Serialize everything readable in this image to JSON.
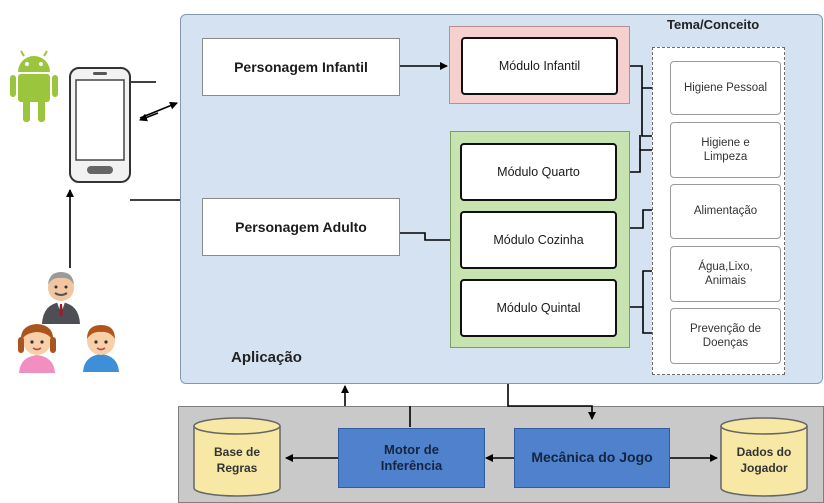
{
  "title": "Tema/Conceito",
  "app_label": "Aplicação",
  "characters": {
    "child": "Personagem Infantil",
    "adult": "Personagem Adulto"
  },
  "modules": {
    "infantil": "Módulo Infantil",
    "quarto": "Módulo Quarto",
    "cozinha": "Módulo Cozinha",
    "quintal": "Módulo Quintal"
  },
  "concepts": {
    "higiene_pessoal": "Higiene Pessoal",
    "higiene_limpeza_1": "Higiene e",
    "higiene_limpeza_2": "Limpeza",
    "alimentacao": "Alimentação",
    "agua_1": "Água,Lixo,",
    "agua_2": "Animais",
    "prevencao_1": "Prevenção de",
    "prevencao_2": "Doenças"
  },
  "engine": {
    "base_1": "Base de",
    "base_2": "Regras",
    "motor_1": "Motor de",
    "motor_2": "Inferência",
    "mecanica": "Mecânica do Jogo",
    "dados_1": "Dados do",
    "dados_2": "Jogador"
  },
  "icons": {
    "platform": "android-robot-icon",
    "device": "smartphone-icon",
    "users": [
      "elderly-man-icon",
      "girl-icon",
      "boy-icon"
    ]
  },
  "colors": {
    "app_bg": "#d5e2f2",
    "engine_bg": "#c9c9c9",
    "infantil_bg": "#f6d0cf",
    "modules_bg": "#c7e3b0",
    "blue_box": "#4f81cc",
    "cylinder": "#f7e8a6",
    "android": "#9bc53d"
  }
}
